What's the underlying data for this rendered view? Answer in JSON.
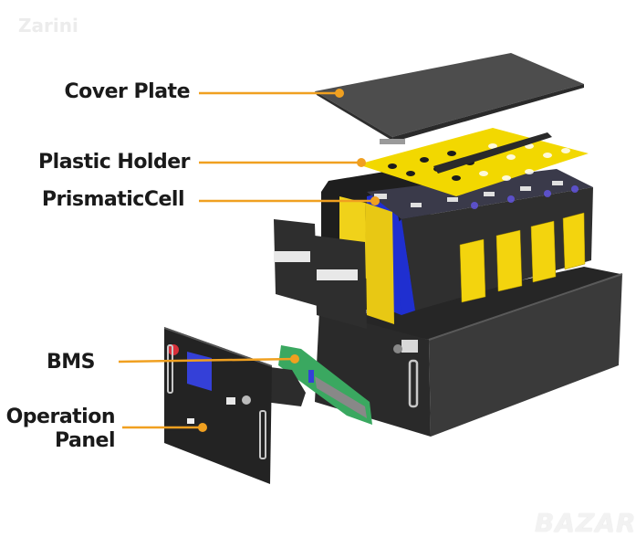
{
  "watermarks": {
    "top_left": "Zarini",
    "bottom_right": "BAZAR"
  },
  "diagram": {
    "title": "Battery pack exploded view",
    "accent_color": "#f0a020",
    "labels": [
      {
        "id": "cover-plate",
        "text": "Cover Plate"
      },
      {
        "id": "plastic-holder",
        "text": "Plastic Holder"
      },
      {
        "id": "prismatic-cell",
        "text": "PrismaticCell"
      },
      {
        "id": "bms",
        "text": "BMS"
      },
      {
        "id": "operation-panel",
        "line1": "Operation",
        "line2": "Panel"
      }
    ],
    "component_colors": {
      "casing": "#2b2b2b",
      "cover": "#4a4a4a",
      "holder": "#f2d800",
      "cell_blue": "#1f2fd0",
      "insulator": "#f0d21a",
      "pcb": "#3aa860",
      "terminal_red": "#d8303a",
      "lcd": "#3440d8"
    }
  }
}
